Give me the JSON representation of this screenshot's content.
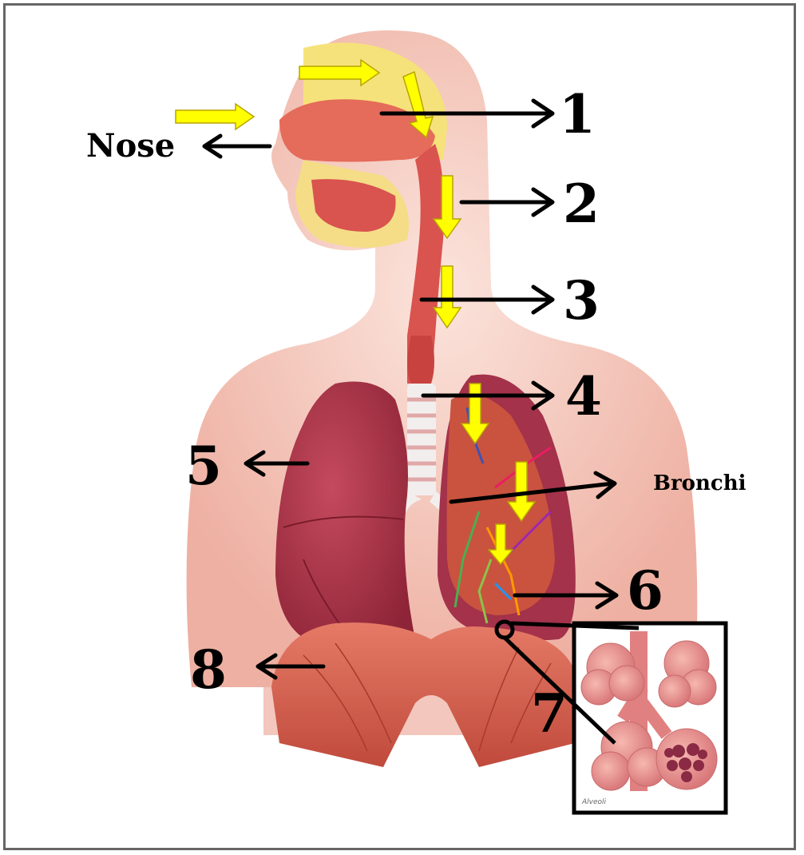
{
  "labels": {
    "nose": "Nose",
    "bronchi": "Bronchi",
    "n1": "1",
    "n2": "2",
    "n3": "3",
    "n4": "4",
    "n5": "5",
    "n6": "6",
    "n7": "7",
    "n8": "8"
  },
  "inset_caption": "Alveoli",
  "colors": {
    "flow_arrow": "#ffff00",
    "label_arrow": "#000000",
    "skin": "#f6c9bf",
    "lung": "#b5394f",
    "airway": "#d9534f",
    "diaphragm": "#d9604f",
    "border": "#666666"
  }
}
